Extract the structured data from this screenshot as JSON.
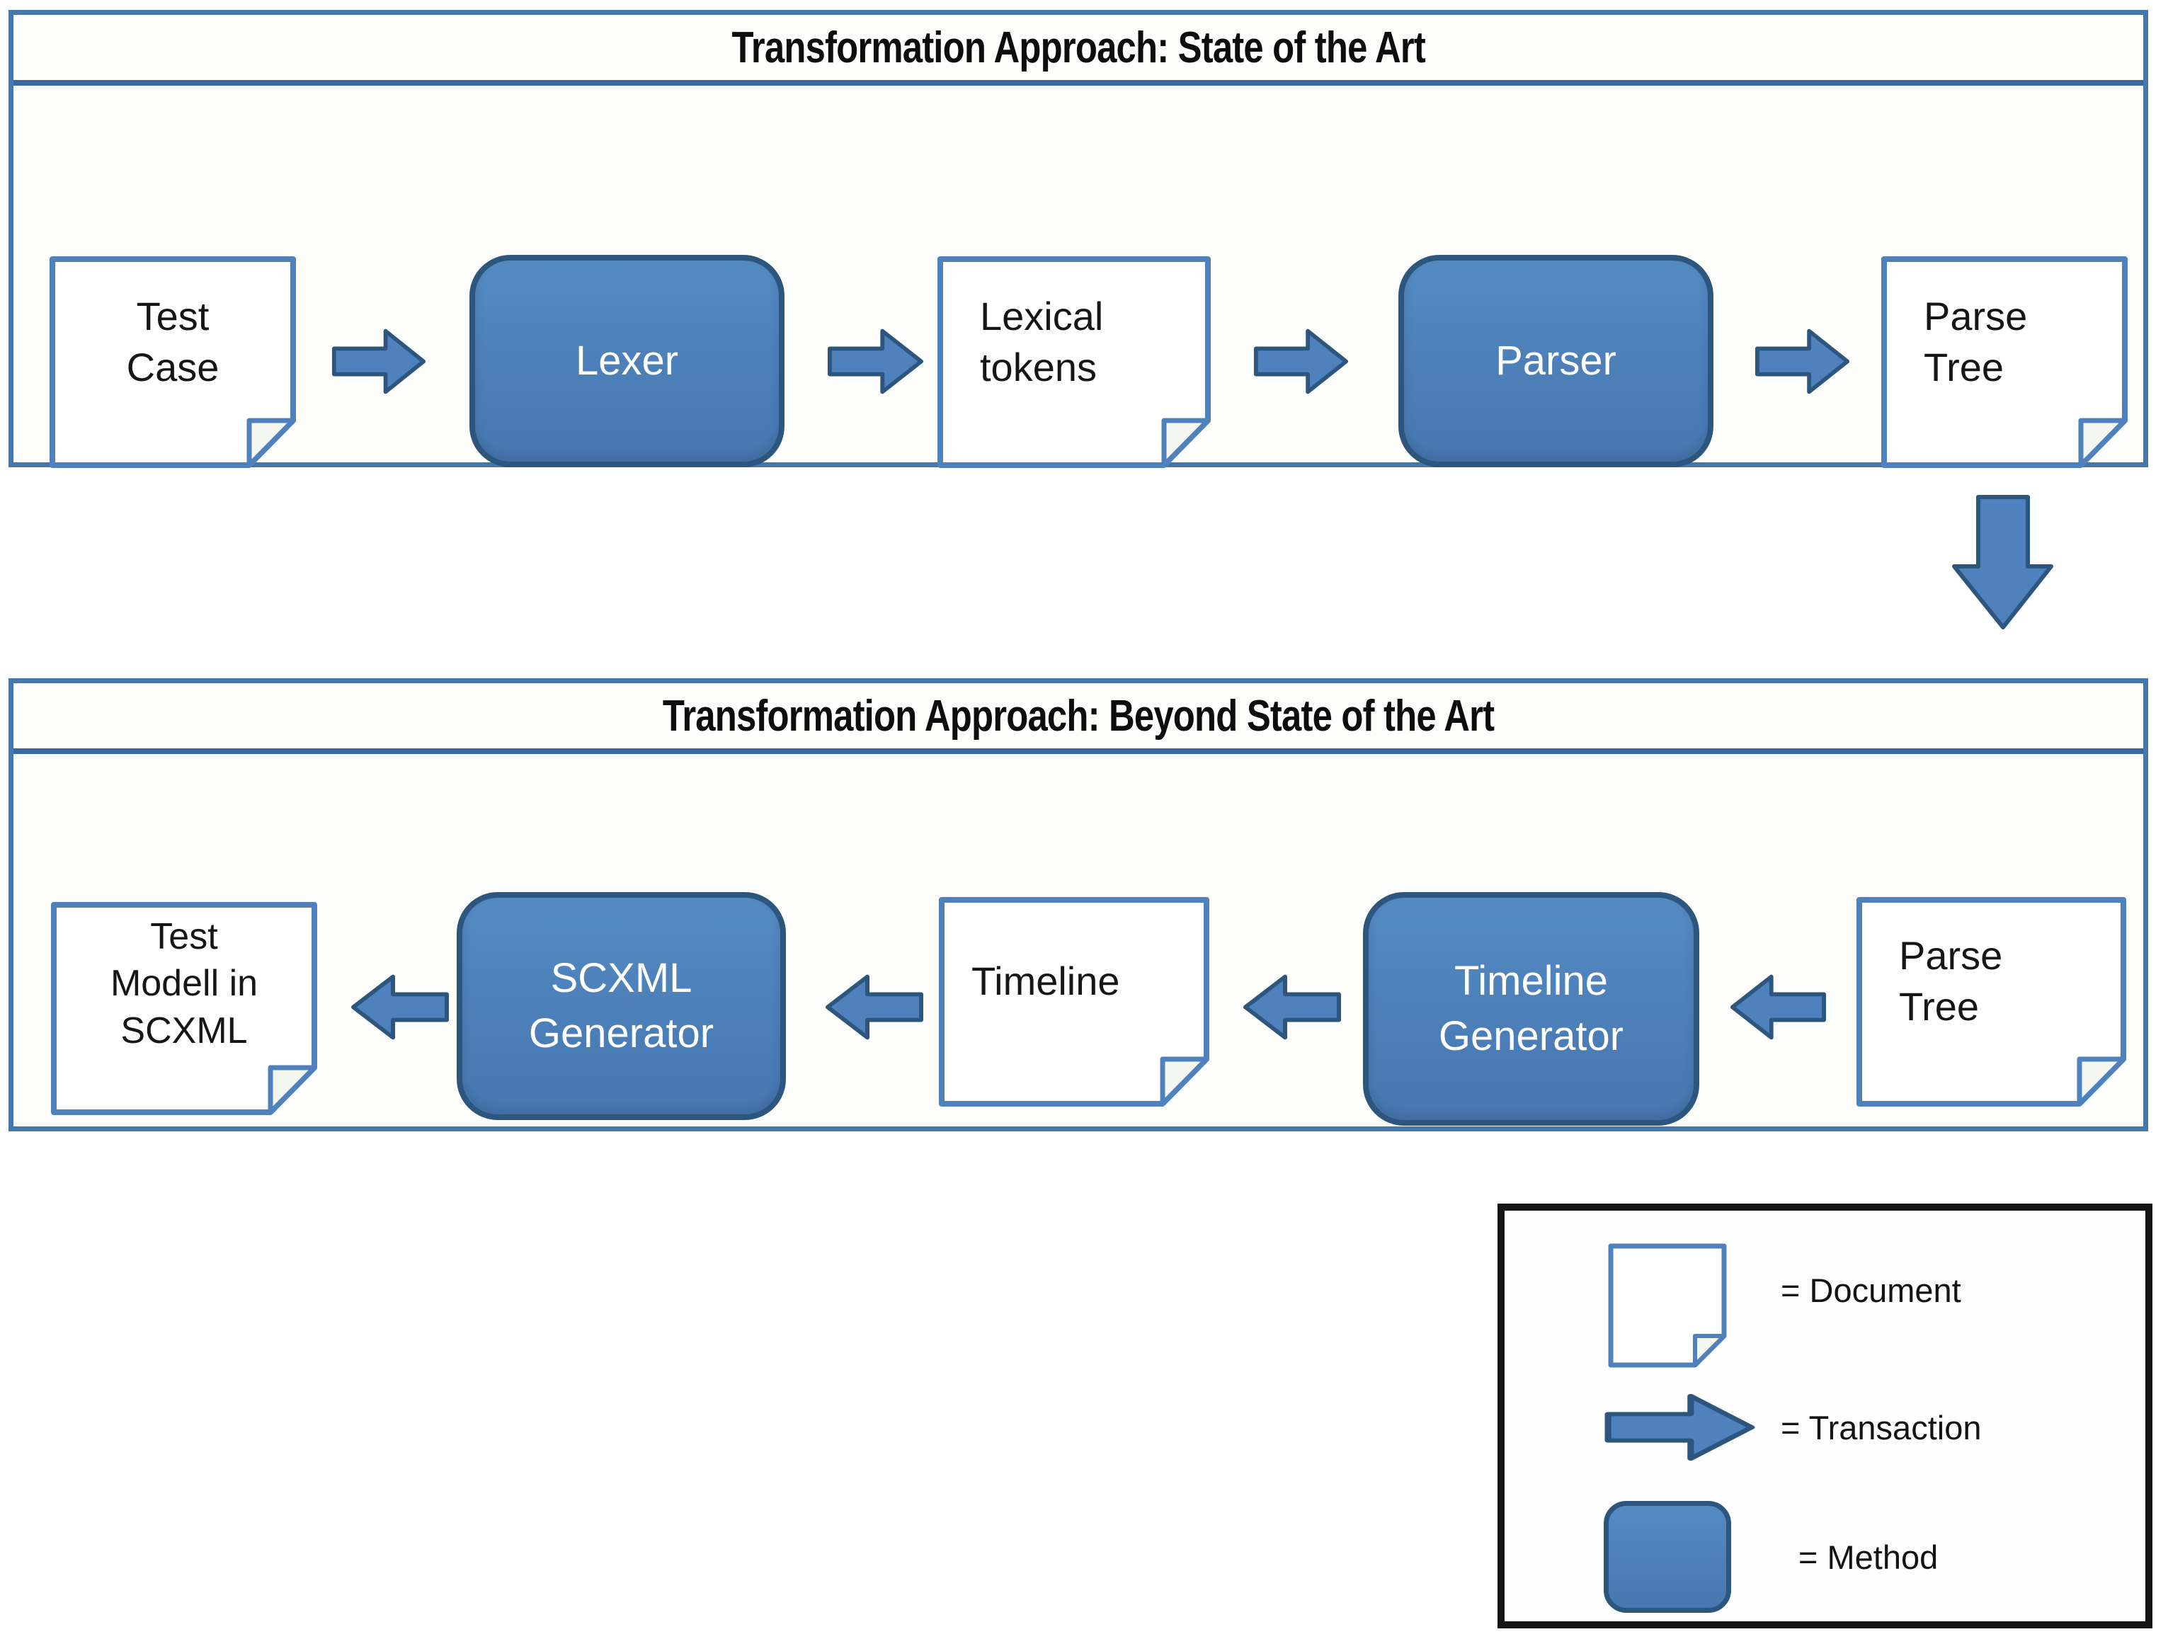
{
  "colors": {
    "shape_fill": "#4f81bd",
    "shape_border": "#2d567f",
    "document_border": "#4f81bd",
    "panel_border": "#4577ad",
    "legend_border": "#141414",
    "text_on_method": "#ffffff",
    "text_dark": "#161616"
  },
  "top_panel": {
    "title": "Transformation Approach: State of the Art",
    "items": [
      {
        "type": "document",
        "label": "Test\nCase"
      },
      {
        "type": "transaction",
        "direction": "right"
      },
      {
        "type": "method",
        "label": "Lexer"
      },
      {
        "type": "transaction",
        "direction": "right"
      },
      {
        "type": "document",
        "label": "Lexical\ntokens"
      },
      {
        "type": "transaction",
        "direction": "right"
      },
      {
        "type": "method",
        "label": "Parser"
      },
      {
        "type": "transaction",
        "direction": "right"
      },
      {
        "type": "document",
        "label": "Parse\nTree"
      }
    ]
  },
  "between_panels": {
    "connector": {
      "type": "transaction",
      "direction": "down"
    }
  },
  "bottom_panel": {
    "title": "Transformation Approach: Beyond State of the Art",
    "items": [
      {
        "type": "document",
        "label": "Test\nModell in\nSCXML"
      },
      {
        "type": "transaction",
        "direction": "left"
      },
      {
        "type": "method",
        "label": "SCXML\nGenerator"
      },
      {
        "type": "transaction",
        "direction": "left"
      },
      {
        "type": "document",
        "label": "Timeline"
      },
      {
        "type": "transaction",
        "direction": "left"
      },
      {
        "type": "method",
        "label": "Timeline\nGenerator"
      },
      {
        "type": "transaction",
        "direction": "left"
      },
      {
        "type": "document",
        "label": "Parse\nTree"
      }
    ]
  },
  "legend": {
    "entries": [
      {
        "icon": "document-icon",
        "label": "= Document"
      },
      {
        "icon": "transaction-arrow-icon",
        "label": "= Transaction"
      },
      {
        "icon": "method-icon",
        "label": "= Method"
      }
    ]
  }
}
